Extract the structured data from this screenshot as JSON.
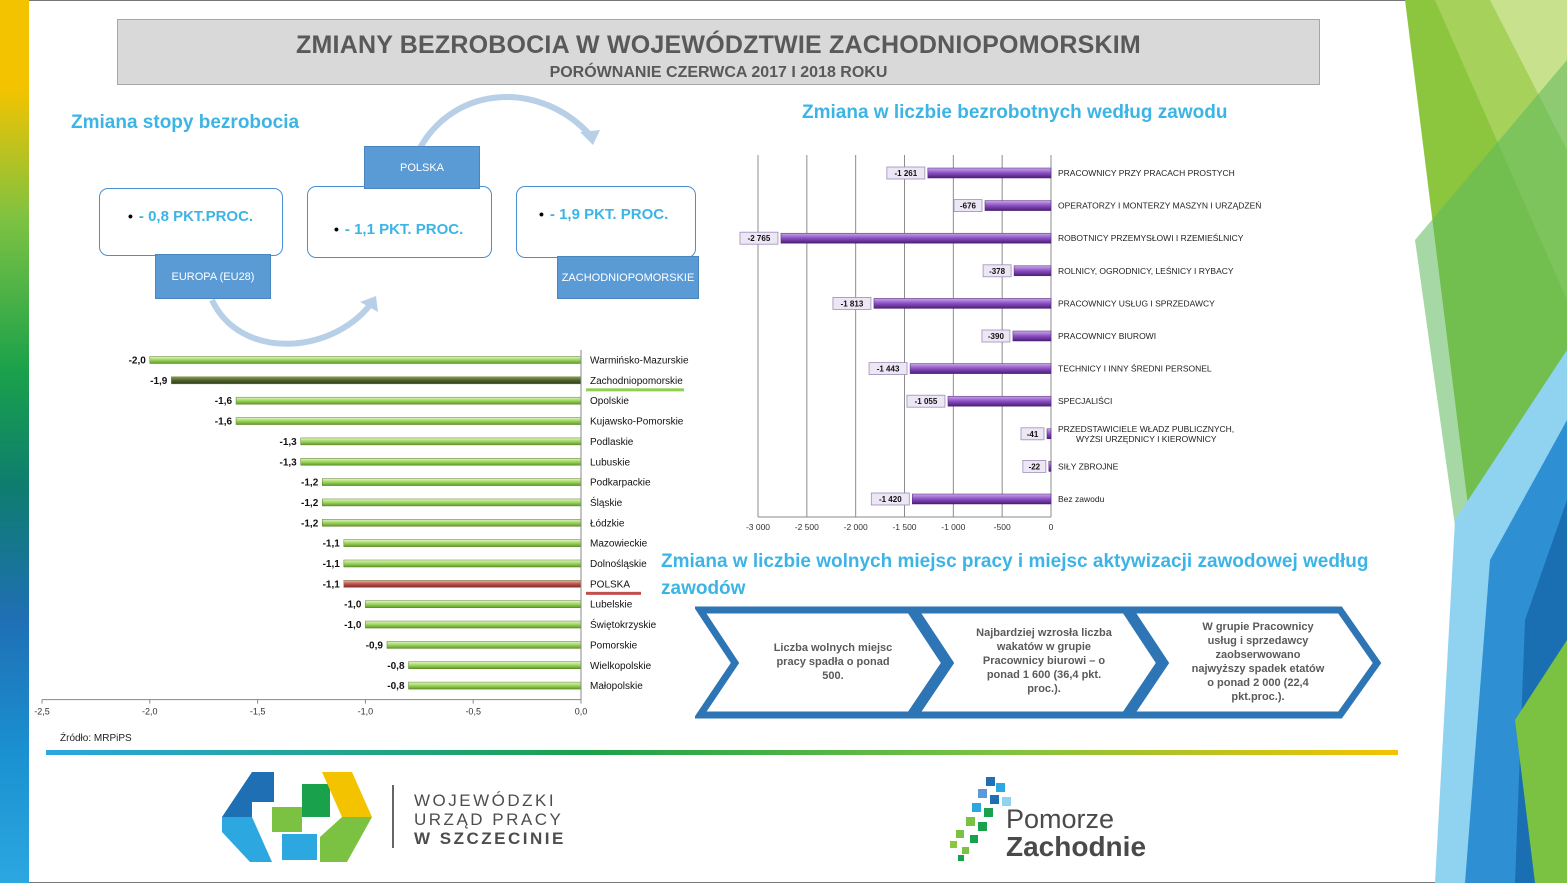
{
  "header": {
    "title": "ZMIANY BEZROBOCIA W WOJEWÓDZTWIE ZACHODNIOPOMORSKIM",
    "subtitle": "PORÓWNANIE CZERWCA 2017 I 2018 ROKU"
  },
  "rate_section": {
    "heading": "Zmiana stopy bezrobocia",
    "boxes": [
      {
        "label": "EUROPA (EU28)",
        "value": "- 0,8 PKT.PROC."
      },
      {
        "label": "POLSKA",
        "value": "- 1,1 PKT. PROC."
      },
      {
        "label": "ZACHODNIOPOMORSKIE",
        "value": "- 1,9 PKT. PROC."
      }
    ]
  },
  "occupation_section": {
    "heading": "Zmiana w liczbie bezrobotnych według zawodu"
  },
  "vacancy_section": {
    "heading_line1": "Zmiana w liczbie wolnych miejsc pracy i miejsc aktywizacji zawodowej według",
    "heading_line2": "zawodów",
    "chevrons": [
      "Liczba wolnych miejsc pracy spadła o ponad 500.",
      "Najbardziej wzrosła liczba wakatów w grupie Pracownicy biurowi – o ponad 1 600 (36,4 pkt. proc.).",
      "W grupie Pracownicy usług i sprzedawcy zaobserwowano najwyższy spadek etatów o ponad 2 000 (22,4 pkt.proc.)."
    ]
  },
  "source": "Źródło: MRPiPS",
  "logos": {
    "wup": [
      "WOJEWÓDZKI",
      "URZĄD PRACY",
      "W SZCZECINIE"
    ],
    "pz": [
      "Pomorze",
      "Zachodnie"
    ]
  },
  "colors": {
    "accent_blue": "#3cb4e6",
    "box_blue": "#5b9bd5",
    "bar_green": "#8fd14f",
    "bar_dark_green": "#4f6228",
    "bar_red": "#c0504d",
    "bar_purple": "#7030a0"
  },
  "chart_data": [
    {
      "type": "bar",
      "orientation": "horizontal",
      "categories": [
        "Warmińsko-Mazurskie",
        "Zachodniopomorskie",
        "Opolskie",
        "Kujawsko-Pomorskie",
        "Podlaskie",
        "Lubuskie",
        "Podkarpackie",
        "Śląskie",
        "Łódzkie",
        "Mazowieckie",
        "Dolnośląskie",
        "POLSKA",
        "Lubelskie",
        "Świętokrzyskie",
        "Pomorskie",
        "Wielkopolskie",
        "Małopolskie"
      ],
      "values": [
        -2.0,
        -1.9,
        -1.6,
        -1.6,
        -1.3,
        -1.3,
        -1.2,
        -1.2,
        -1.2,
        -1.1,
        -1.1,
        -1.1,
        -1.0,
        -1.0,
        -0.9,
        -0.8,
        -0.8
      ],
      "value_labels": [
        "-2,0",
        "-1,9",
        "-1,6",
        "-1,6",
        "-1,3",
        "-1,3",
        "-1,2",
        "-1,2",
        "-1,2",
        "-1,1",
        "-1,1",
        "-1,1",
        "-1,0",
        "-1,0",
        "-0,9",
        "-0,8",
        "-0,8"
      ],
      "highlight": {
        "Zachodniopomorskie": "#4f6228",
        "POLSKA": "#c0504d"
      },
      "xlim": [
        -2.5,
        0.0
      ],
      "xticks": [
        "-2,5",
        "-2,0",
        "-1,5",
        "-1,0",
        "-0,5",
        "0,0"
      ],
      "grid": false,
      "legend": "none"
    },
    {
      "type": "bar",
      "orientation": "horizontal",
      "categories": [
        "PRACOWNICY PRZY PRACACH PROSTYCH",
        "OPERATORZY I MONTERZY MASZYN I URZĄDZEŃ",
        "ROBOTNICY PRZEMYSŁOWI I RZEMIEŚLNICY",
        "ROLNICY, OGRODNICY, LEŚNICY I RYBACY",
        "PRACOWNICY USŁUG I SPRZEDAWCY",
        "PRACOWNICY BIUROWI",
        "TECHNICY I INNY ŚREDNI PERSONEL",
        "SPECJALIŚCI",
        "PRZEDSTAWICIELE WŁADZ PUBLICZNYCH, WYŻSI URZĘDNICY I KIEROWNICY",
        "SIŁY ZBROJNE",
        "Bez zawodu"
      ],
      "values": [
        -1261,
        -676,
        -2765,
        -378,
        -1813,
        -390,
        -1443,
        -1055,
        -41,
        -22,
        -1420
      ],
      "value_labels": [
        "-1 261",
        "-676",
        "-2 765",
        "-378",
        "-1 813",
        "-390",
        "-1 443",
        "-1 055",
        "-41",
        "-22",
        "-1 420"
      ],
      "xlim": [
        -3000,
        0
      ],
      "xticks": [
        "-3 000",
        "-2 500",
        "-2 000",
        "-1 500",
        "-1 000",
        "-500",
        "0"
      ],
      "grid": true,
      "legend": "none"
    }
  ]
}
